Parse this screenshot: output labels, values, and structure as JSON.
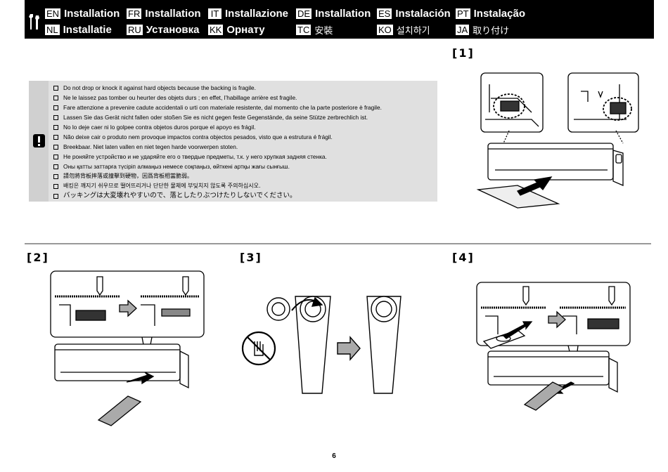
{
  "header": {
    "languages": [
      {
        "code": "EN",
        "text": "Installation"
      },
      {
        "code": "FR",
        "text": "Installation"
      },
      {
        "code": "IT",
        "text": "Installazione"
      },
      {
        "code": "DE",
        "text": "Installation"
      },
      {
        "code": "ES",
        "text": "Instalación"
      },
      {
        "code": "PT",
        "text": "Instalação"
      },
      {
        "code": "NL",
        "text": "Installatie"
      },
      {
        "code": "RU",
        "text": "Установка"
      },
      {
        "code": "KK",
        "text": "Орнату"
      },
      {
        "code": "TC",
        "text": "安裝"
      },
      {
        "code": "KO",
        "text": "설치하기"
      },
      {
        "code": "JA",
        "text": "取り付け"
      }
    ]
  },
  "steps": {
    "s1": "[1]",
    "s2": "[2]",
    "s3": "[3]",
    "s4": "[4]"
  },
  "note": {
    "items": [
      "Do not drop or knock it against hard objects because the backing is fragile.",
      "Ne le laissez pas tomber ou heurter des objets durs ; en effet, l’habillage arrière est fragile.",
      "Fare attenzione a prevenire cadute accidentali o urti con materiale resistente, dal momento che la parte posteriore è fragile.",
      "Lassen Sie das Gerät nicht fallen oder stoßen Sie es nicht gegen feste Gegenstände, da seine Stütze zerbrechlich ist.",
      "No lo deje caer ni lo golpee contra objetos duros porque el apoyo es frágil.",
      "Não deixe cair o produto nem provoque impactos contra objectos pesados, visto que a estrutura é frágil.",
      "Breekbaar. Niet laten vallen en niet tegen harde voorwerpen stoten.",
      "Не роняйте устройство и не ударяйте его о твердые предметы, т.к. у него хрупкая задняя стенка.",
      "Оны қатты заттарға түсіріп алмаңыз немесе соқпаңыз, өйткені артқы жағы сынғыш.",
      "請勿將背板摔落或撞擊到硬物，因爲背板相當脆弱。",
      "배킹은 깨지기 쉬우므로 떨어뜨리거나 단단한 물체에 부딪치지 않도록 주의하십시오.",
      "バッキングは大変壊れやすいので、落としたりぶつけたりしないでください。"
    ]
  },
  "page_number": "6"
}
